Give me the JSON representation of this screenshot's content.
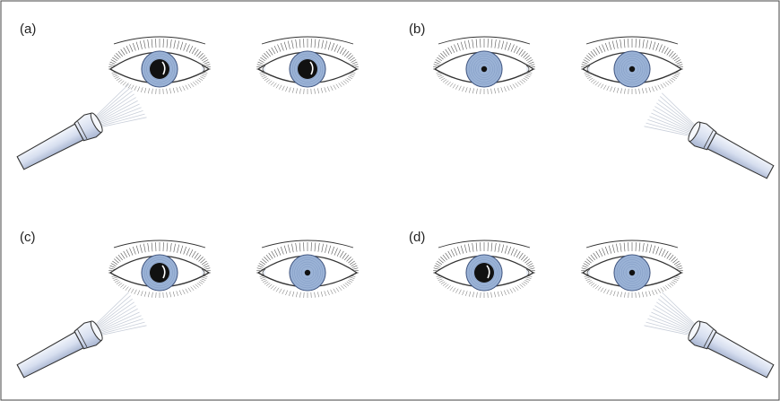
{
  "panels": [
    {
      "label": "(a)",
      "light_side": "left",
      "pupils": [
        "dilated",
        "dilated"
      ]
    },
    {
      "label": "(b)",
      "light_side": "right",
      "pupils": [
        "constricted",
        "constricted"
      ]
    },
    {
      "label": "(c)",
      "light_side": "left",
      "pupils": [
        "dilated",
        "constricted"
      ]
    },
    {
      "label": "(d)",
      "light_side": "right",
      "pupils": [
        "dilated",
        "constricted"
      ]
    }
  ],
  "colors": {
    "iris": "#9bb3d6",
    "iris_ring": "#7f98c2",
    "pupil": "#111111",
    "outline": "#333333",
    "frame": "#444444",
    "torch_body": "#dfe6f4",
    "torch_shade": "#b7c3dd",
    "beam": "#c9cfda"
  },
  "icons": {
    "eye": "eye-icon",
    "torch": "penlight-icon"
  }
}
